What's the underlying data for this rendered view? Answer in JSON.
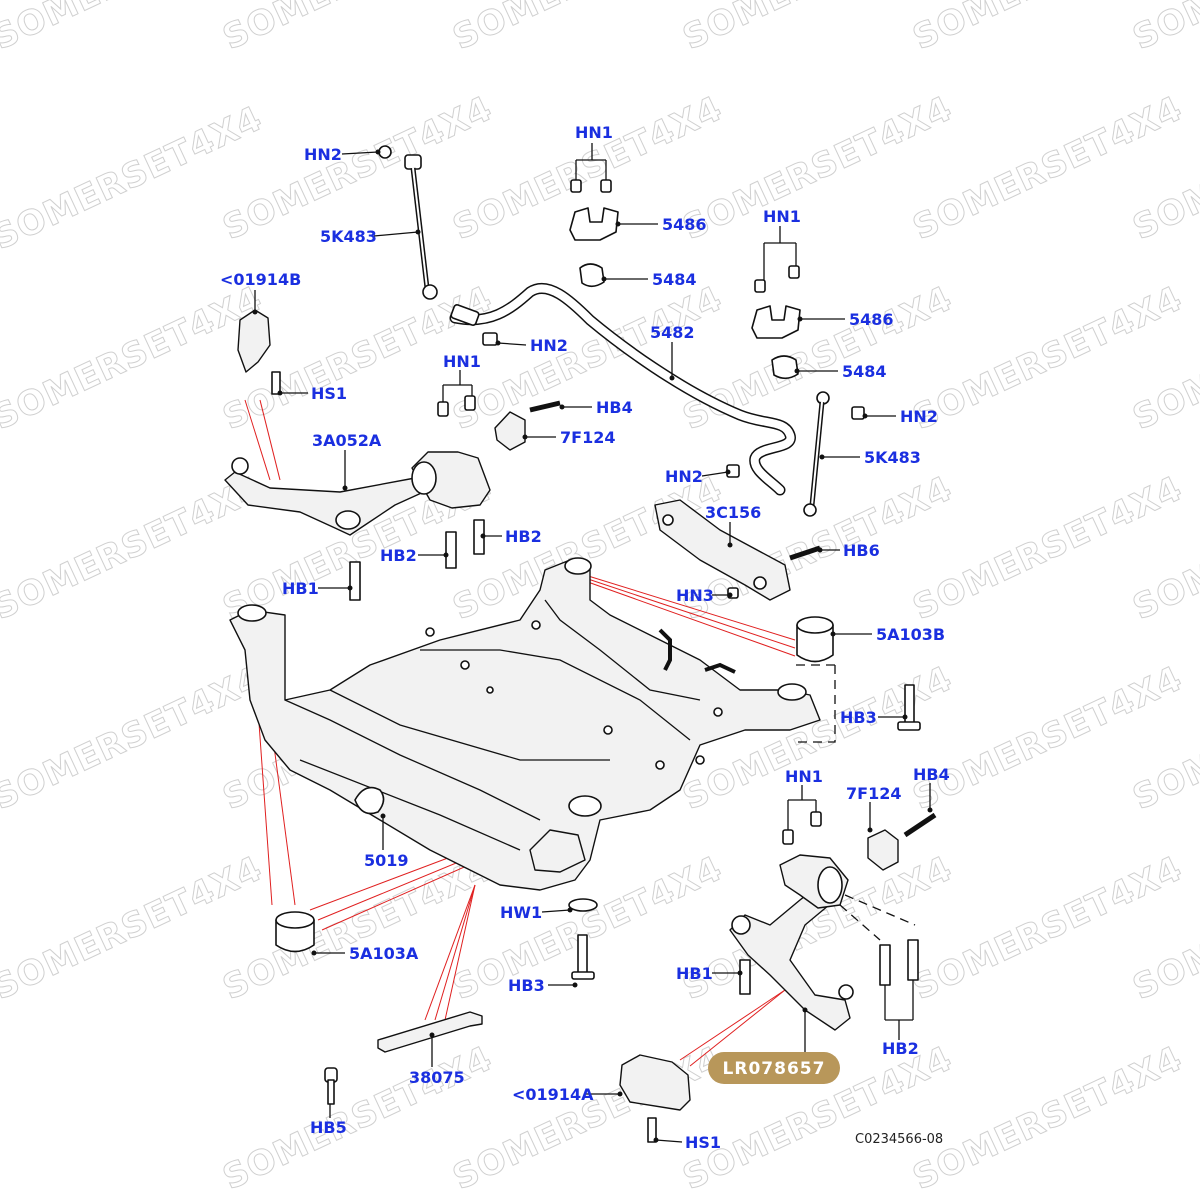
{
  "watermark": "SOMERSET4X4",
  "reference_code": "C0234566-08",
  "part_number_badge": "LR078657",
  "labels": {
    "hn2_a": "HN2",
    "k5483_a": "5K483",
    "hn1_a": "HN1",
    "p5486_a": "5486",
    "p5484_a": "5484",
    "hn1_b": "HN1",
    "p5486_b": "5486",
    "p5484_b": "5484",
    "p5482": "5482",
    "b01914": "<01914B",
    "hs1_a": "HS1",
    "hn2_b": "HN2",
    "hn1_c": "HN1",
    "hb4_a": "HB4",
    "f7124_a": "7F124",
    "a3052": "3A052A",
    "hb2_a": "HB2",
    "hb2_b": "HB2",
    "hb1_a": "HB1",
    "hn2_c": "HN2",
    "k5483_b": "5K483",
    "hn2_d": "HN2",
    "c3156": "3C156",
    "hb6": "HB6",
    "hn3": "HN3",
    "a5103b": "5A103B",
    "hb3_a": "HB3",
    "hn1_d": "HN1",
    "f7124_b": "7F124",
    "hb4_b": "HB4",
    "p5019": "5019",
    "hw1": "HW1",
    "hb3_b": "HB3",
    "hb1_b": "HB1",
    "a5103a": "5A103A",
    "hb2_c": "HB2",
    "p38075": "38075",
    "a01914": "<01914A",
    "hb5": "HB5",
    "hs1_b": "HS1"
  }
}
